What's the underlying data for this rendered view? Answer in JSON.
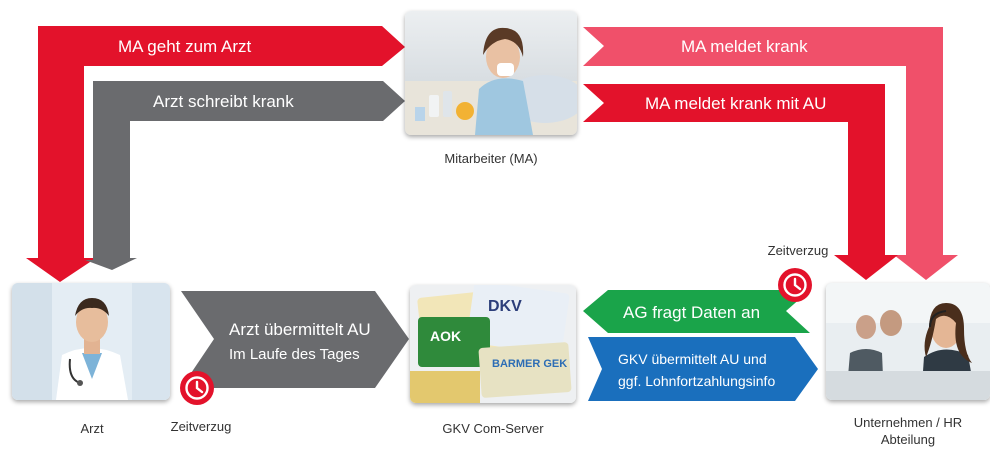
{
  "colors": {
    "red": "#e3122b",
    "pink": "#f0506a",
    "gray": "#6a6b6e",
    "green": "#1aa44a",
    "blue": "#1a6fbd",
    "clock": "#e3122b"
  },
  "arrows": {
    "ma_geht_zum_arzt": "MA geht zum Arzt",
    "arzt_schreibt_krank": "Arzt schreibt krank",
    "ma_meldet_krank": "MA meldet krank",
    "ma_meldet_krank_mit_au": "MA meldet krank mit AU",
    "arzt_uebermittelt_line1": "Arzt übermittelt AU",
    "arzt_uebermittelt_line2": "Im Laufe des Tages",
    "ag_fragt_daten_an": "AG fragt Daten an",
    "gkv_uebermittelt_line1": "GKV übermittelt AU und",
    "gkv_uebermittelt_line2": "ggf. Lohnfortzahlungsinfo"
  },
  "nodes": {
    "mitarbeiter": {
      "caption": "Mitarbeiter (MA)",
      "icon": "sick-employee-photo"
    },
    "arzt": {
      "caption": "Arzt",
      "icon": "doctor-photo"
    },
    "gkv": {
      "caption": "GKV Com-Server",
      "icon": "insurance-cards-photo",
      "card_texts": [
        "DKV",
        "AOK",
        "BARMER GEK"
      ]
    },
    "unternehmen": {
      "caption_line1": "Unternehmen / HR",
      "caption_line2": "Abteilung",
      "icon": "call-center-photo"
    }
  },
  "delays": {
    "left": "Zeitverzug",
    "right": "Zeitverzug"
  }
}
